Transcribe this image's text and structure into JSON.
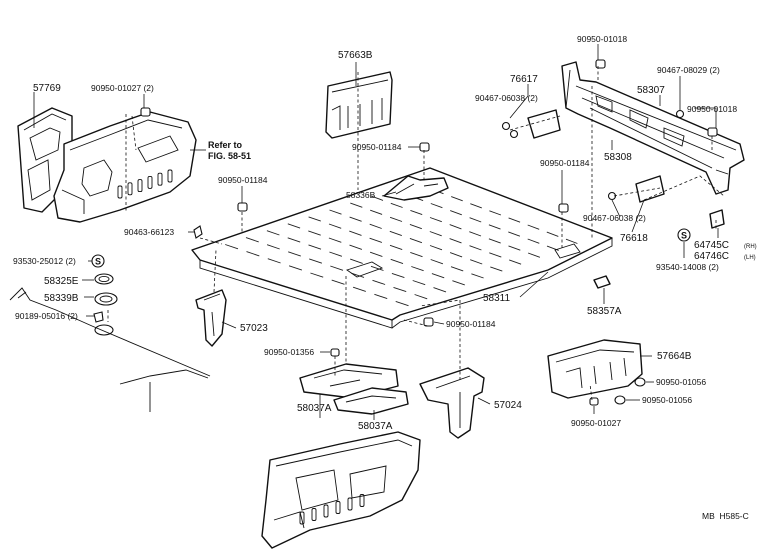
{
  "diagram": {
    "title_code": "MB  H585-C",
    "parts": {
      "p57769": "57769",
      "p9095001027_2": "90950-01027 (2)",
      "refer_line1": "Refer to",
      "refer_line2": "FIG. 58-51",
      "p57663B": "57663B",
      "p9095001184_a": "90950-01184",
      "p9095001184_b": "90950-01184",
      "p9095001184_c": "90950-01184",
      "p9095001184_d": "90950-01184",
      "p58336B": "58336B",
      "p9046366123": "90463-66123",
      "p9095001018_a": "90950-01018",
      "p9095001018_b": "90950-01018",
      "p76617": "76617",
      "p9046706038_2a": "90467-06038 (2)",
      "p9046708029_2": "90467-08029 (2)",
      "p58307": "58307",
      "p58308": "58308",
      "p9046706038_2b": "90467-06038 (2)",
      "p76618": "76618",
      "p64745C": "64745C",
      "p64745C_side": "(RH)",
      "p64746C": "64746C",
      "p64746C_side": "(LH)",
      "p9354014008_2": "93540-14008 (2)",
      "p9353025012_2": "93530-25012 (2)",
      "p58325E": "58325E",
      "p58339B": "58339B",
      "p9018905016_2": "90189-05016 (2)",
      "p58311": "58311",
      "p58357A": "58357A",
      "p57023": "57023",
      "p9095001356": "90950-01356",
      "p58037A_a": "58037A",
      "p58037A_b": "58037A",
      "p57024": "57024",
      "p57664B": "57664B",
      "p9095001056_a": "90950-01056",
      "p9095001056_b": "90950-01056",
      "p9095001027": "90950-01027"
    }
  }
}
